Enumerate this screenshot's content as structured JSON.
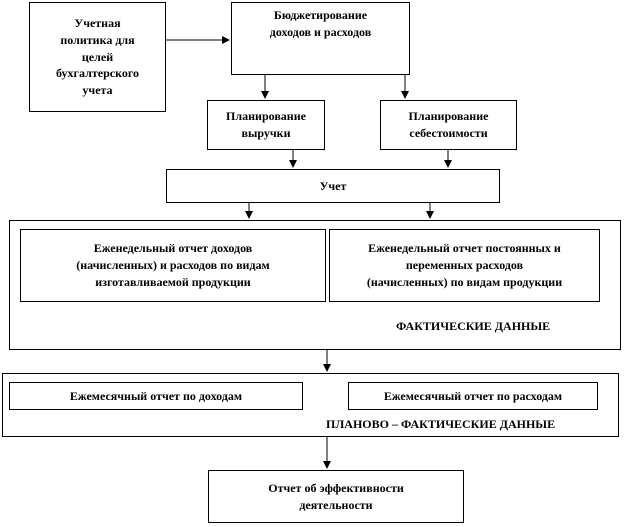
{
  "nodes": {
    "accounting_policy": "Учетная\nполитика для\nцелей\nбухгалтерского\nучета",
    "budgeting": "Бюджетирование\nдоходов и расходов",
    "revenue_planning": "Планирование\nвыручки",
    "cost_planning": "Планирование\nсебестоимости",
    "accounting": "Учет",
    "weekly_income_report": "Еженедельный отчет доходов\n(начисленных) и расходов по видам\nизготавливаемой продукции",
    "weekly_cost_report": "Еженедельный отчет постоянных и\nпеременных расходов\n(начисленных) по видам продукции",
    "actual_data_label": "ФАКТИЧЕСКИЕ ДАННЫЕ",
    "monthly_income_report": "Ежемесячный отчет по доходам",
    "monthly_expense_report": "Ежемесячный отчет по расходам",
    "plan_actual_label": "ПЛАНОВО – ФАКТИЧЕСКИЕ ДАННЫЕ",
    "efficiency_report": "Отчет об эффективности\nдеятельности"
  }
}
